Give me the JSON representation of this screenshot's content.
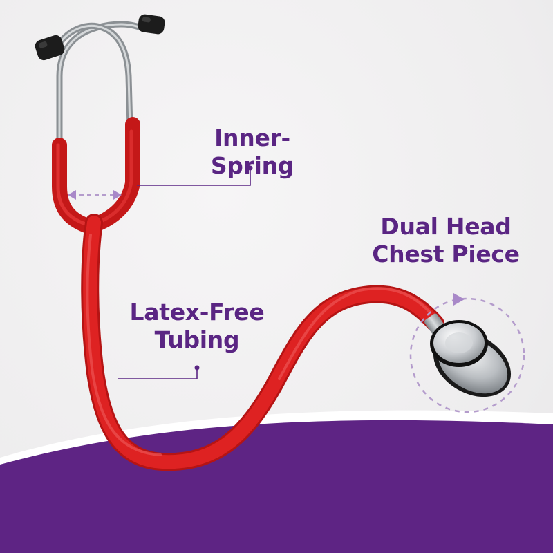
{
  "labels": {
    "inner_spring": "Inner-Spring",
    "chest_piece_line1": "Dual Head",
    "chest_piece_line2": "Chest Piece",
    "tubing_line1": "Latex-Free",
    "tubing_line2": "Tubing"
  },
  "colors": {
    "label_text": "#5a2583",
    "accent_purple": "#5e2484",
    "callout_line": "#5a2583",
    "dashed_indicator": "#b49ccc",
    "tubing_red": "#d81e1e",
    "background": "#efeeef"
  },
  "icons": {
    "spread_arrow": "double-arrow-icon",
    "rotate_arrow": "rotate-arrow-icon"
  }
}
